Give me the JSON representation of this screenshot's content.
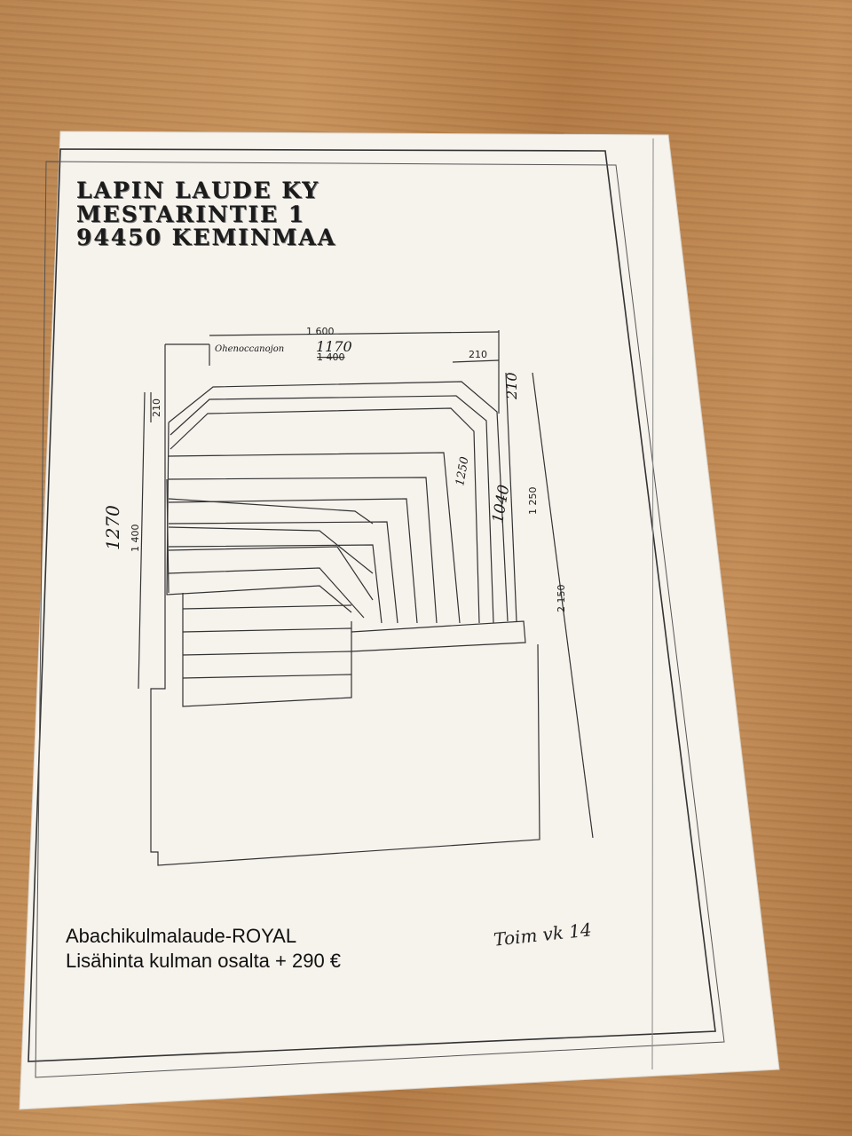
{
  "company": {
    "name": "LAPIN LAUDE KY",
    "street": "MESTARINTIE 1",
    "city": "94450 KEMINMAA"
  },
  "dimensions": {
    "top_width": "1 600",
    "top_width_hand": "1170",
    "top_width_struck": "1 400",
    "top_note_hand": "Ohenoccanojon",
    "top_corner": "210",
    "left_corner": "210",
    "right_corner": "210",
    "left_height": "1 400",
    "left_height_hand": "1270",
    "inner_height_hand": "1250",
    "inner2_height_hand": "1040",
    "right_height": "1 250",
    "right_total": "2 150"
  },
  "product": {
    "name": "Abachikulmalaude-ROYAL",
    "price_line": "Lisähinta kulman osalta  + 290  €"
  },
  "handwritten_note": "Toim vk 14"
}
